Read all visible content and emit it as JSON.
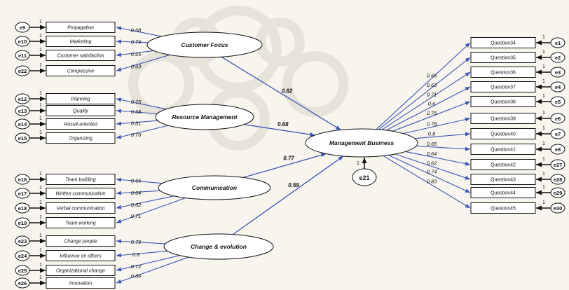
{
  "constructs": {
    "customer_focus": "Customer Focus",
    "resource_management": "Resource Management",
    "communication": "Communication",
    "change_evolution": "Change & evolution",
    "management_business": "Management Business"
  },
  "indicators_left": [
    {
      "label": "Propagation",
      "error": "e9",
      "loading": "0.68"
    },
    {
      "label": "Marketing",
      "error": "e10",
      "loading": "0.79"
    },
    {
      "label": "Customer satisfaction",
      "error": "e11",
      "loading": "0.65"
    },
    {
      "label": "Compessive",
      "error": "e22",
      "loading": "0.63"
    },
    {
      "label": "Planning",
      "error": "e12",
      "loading": "0.75"
    },
    {
      "label": "Quality",
      "error": "e13",
      "loading": "0.68"
    },
    {
      "label": "Result-oriented",
      "error": "e14",
      "loading": "0.81"
    },
    {
      "label": "Organizing",
      "error": "e15",
      "loading": "0.76"
    },
    {
      "label": "Team building",
      "error": "e16",
      "loading": "0.65"
    },
    {
      "label": "Written communication",
      "error": "e17",
      "loading": "0.64"
    },
    {
      "label": "Verbal communication",
      "error": "e18",
      "loading": "0.62"
    },
    {
      "label": "Team working",
      "error": "e19",
      "loading": "0.71"
    },
    {
      "label": "Change people",
      "error": "e23",
      "loading": "0.79"
    },
    {
      "label": "Influence on others",
      "error": "e24",
      "loading": "0.8"
    },
    {
      "label": "Organizational change",
      "error": "e25",
      "loading": "0.72"
    },
    {
      "label": "Innovation",
      "error": "e26",
      "loading": "0.66"
    }
  ],
  "indicators_right": [
    {
      "label": "Question34",
      "error": "e1",
      "loading": "0.65"
    },
    {
      "label": "Question35",
      "error": "e2",
      "loading": "0.63"
    },
    {
      "label": "Question36",
      "error": "e3",
      "loading": "0.71"
    },
    {
      "label": "Question37",
      "error": "e4",
      "loading": "0.6"
    },
    {
      "label": "Question38",
      "error": "e5",
      "loading": "0.76"
    },
    {
      "label": "Question39",
      "error": "e6",
      "loading": "0.78"
    },
    {
      "label": "Question40",
      "error": "e7",
      "loading": "0.8"
    },
    {
      "label": "Question41",
      "error": "e8",
      "loading": "0.65"
    },
    {
      "label": "Question42",
      "error": "e27",
      "loading": "0.64"
    },
    {
      "label": "Question43",
      "error": "e28",
      "loading": "0.62"
    },
    {
      "label": "Question44",
      "error": "e29",
      "loading": "0.74"
    },
    {
      "label": "Question45",
      "error": "e30",
      "loading": "0.83"
    }
  ],
  "paths": [
    {
      "from": "Customer Focus",
      "value": "0.82"
    },
    {
      "from": "Resource Management",
      "value": "0.68"
    },
    {
      "from": "Communication",
      "value": "0.77"
    },
    {
      "from": "Change & evolution",
      "value": "0.59"
    }
  ],
  "structural_error": "e21",
  "error_variance": "1",
  "colors": {
    "arrow": "#3d55b5",
    "ink": "#111111",
    "watermark": "#c8c3b6"
  }
}
